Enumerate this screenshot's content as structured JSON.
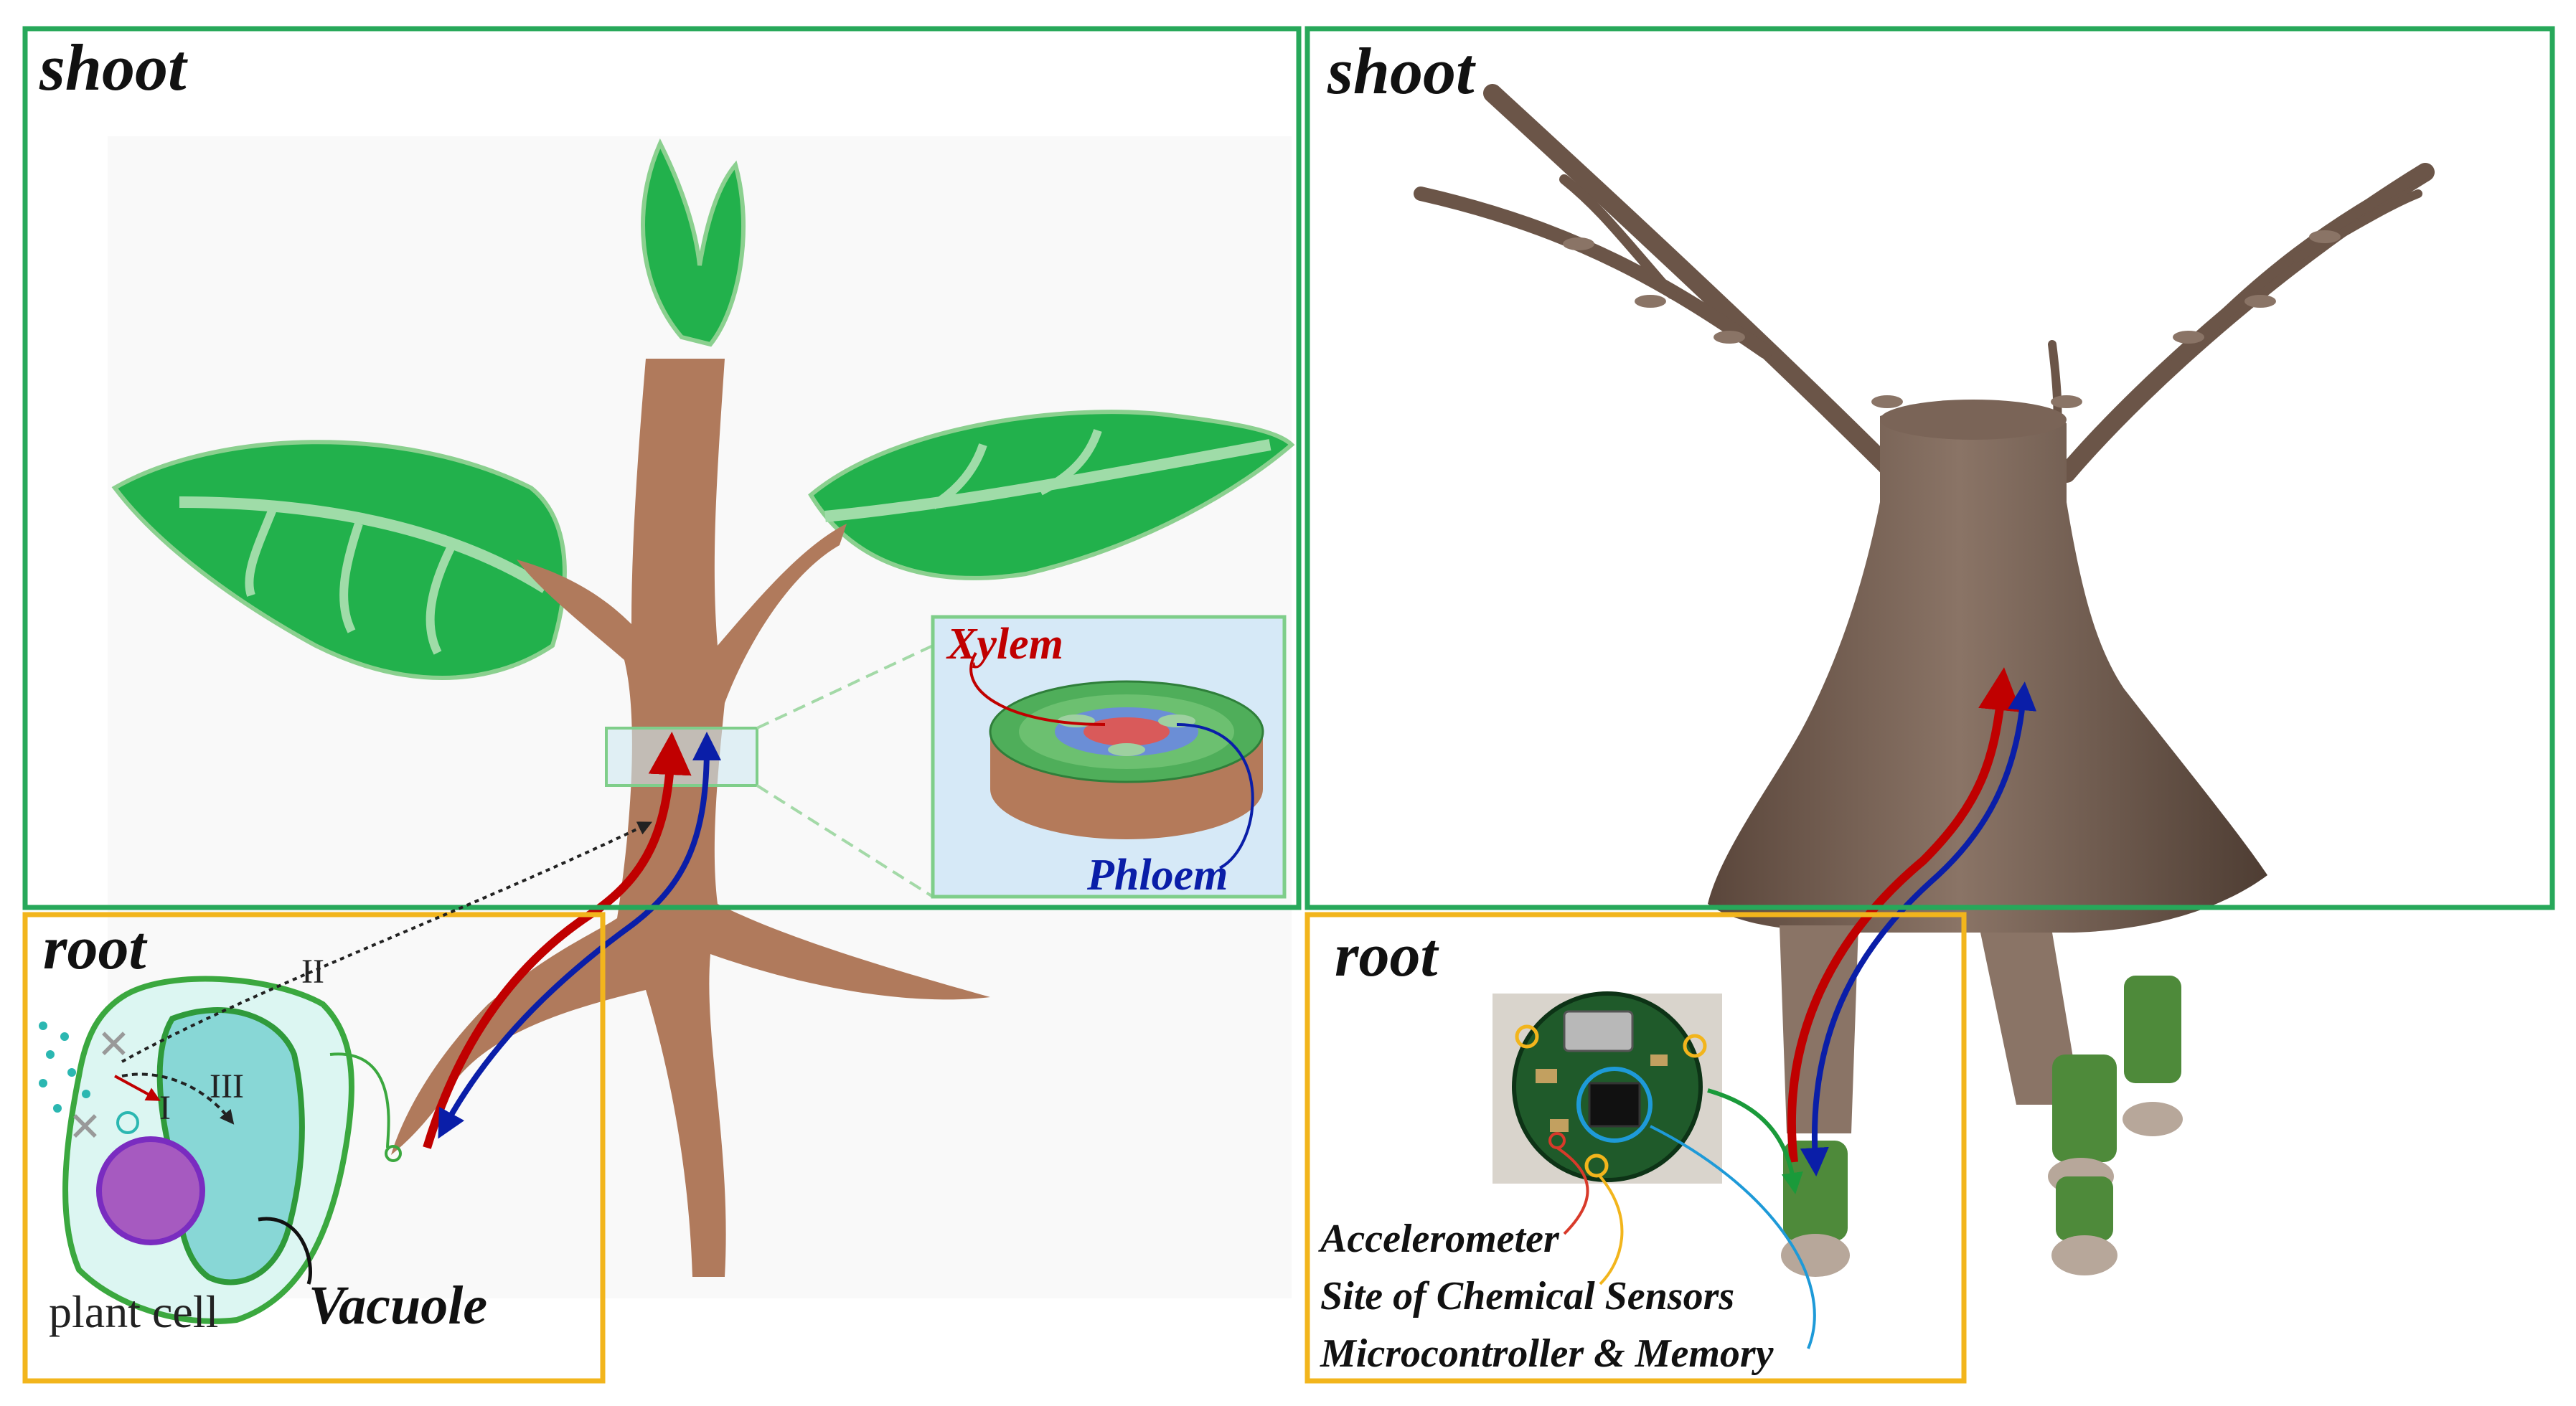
{
  "left_panel": {
    "shoot_label": "shoot",
    "root_label": "root",
    "xylem_label": "Xylem",
    "phloem_label": "Phloem",
    "pathway_I": "I",
    "pathway_II": "II",
    "pathway_III": "III",
    "plant_cell_label": "plant cell",
    "vacuole_label": "Vacuole"
  },
  "right_panel": {
    "shoot_label": "shoot",
    "root_label": "root",
    "accelerometer_label": "Accelerometer",
    "chemical_sensors_label": "Site of Chemical Sensors",
    "microcontroller_label": "Microcontroller & Memory"
  },
  "colors": {
    "frame_green": "#27a85a",
    "frame_yellow": "#f2b51c",
    "leaf_green": "#22b14c",
    "stem_brown": "#b07a5c",
    "xylem_red": "#c00000",
    "phloem_blue": "#0a1ea8",
    "robot_brown": "#6b5548",
    "sensor_green": "#4e8a3a"
  },
  "icons": {
    "xylem_arrow": "red-up-arrow",
    "phloem_arrow": "blue-down-arrow"
  }
}
